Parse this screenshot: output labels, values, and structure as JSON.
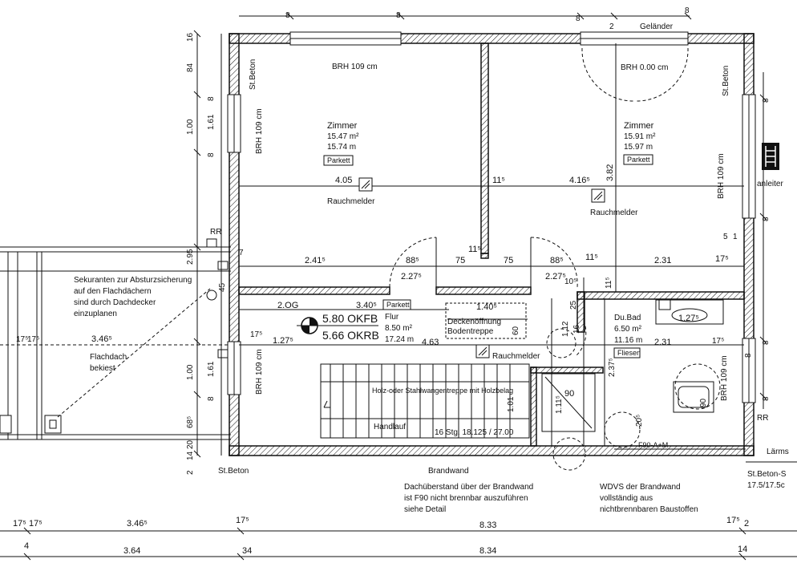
{
  "rooms": {
    "zimmer_left": {
      "name": "Zimmer",
      "area": "15.47 m²",
      "perimeter": "15.74 m",
      "floor": "Parkett",
      "detector": "Rauchmelder"
    },
    "zimmer_right": {
      "name": "Zimmer",
      "area": "15.91 m²",
      "perimeter": "15.97 m",
      "floor": "Parkett",
      "detector": "Rauchmelder"
    },
    "flur": {
      "name": "Flur",
      "area": "8.50 m²",
      "perimeter": "17.24 m",
      "floor": "Parkett",
      "detector": "Rauchmelder"
    },
    "bad": {
      "name": "Du.Bad",
      "area": "6.50 m²",
      "perimeter": "11.16 m",
      "floor": "Fliesen"
    }
  },
  "level": {
    "name": "2.OG",
    "okfb": "5.80 OKFB",
    "okrb": "5.66 OKRB"
  },
  "labels": {
    "brh_top": "BRH 109 cm",
    "brh_door": "BRH 0.00 cm",
    "brh_left_top": "BRH 109 cm",
    "brh_left_bottom": "BRH 109 cm",
    "brh_right_top": "BRH 109 cm",
    "brh_right_bottom": "BRH 109 cm",
    "gelaender": "Geländer",
    "st_beton_left": "St.Beton",
    "st_beton_right": "St.Beton",
    "st_beton_bottom": "St.Beton",
    "st_beton_bottom_right": "St.Beton-S",
    "rr_left": "RR",
    "rr_right": "RR",
    "sekuranten": [
      "Sekuranten zur Absturzsicherung",
      "auf den Flachdächern",
      "sind durch Dachdecker",
      "einzuplanen"
    ],
    "flachdach": [
      "Flachdach",
      "bekiest"
    ],
    "deckenoeffnung": [
      "Deckenöffnung",
      "Bodentreppe"
    ],
    "treppe": "Holz-oder Stahlwangentreppe mit Holzbelag",
    "handlauf": "Handlauf",
    "stufen": "16 Stg. 18.125 / 27.00",
    "brandwand": "Brandwand",
    "brandwand_note": [
      "Dachüberstand über der Brandwand",
      "ist F90 nicht brennbar auszuführen",
      "siehe Detail"
    ],
    "wdvs_note": [
      "WDVS der Brandwand",
      "vollständig aus",
      "nichtbrennbaren Baustoffen"
    ],
    "f90": "F90-A+M",
    "laerm": "Lärms",
    "anleiter": "anleiter",
    "wall_dim": "17.5/17.5c",
    "shower": "90",
    "tub": "90"
  },
  "dims": {
    "top": [
      "8",
      "8",
      "8",
      "2",
      "8"
    ],
    "left": [
      "16",
      "84",
      "8",
      "1.61",
      "1.00",
      "8",
      "2.95",
      "45",
      "1.61",
      "1.00",
      "8",
      "68⁵",
      "2",
      "14",
      "20"
    ],
    "right": [
      "8",
      "8",
      "8",
      "8",
      "8"
    ],
    "inner": {
      "w_left": "4.05",
      "w_mid": "11⁵",
      "w_right": "4.16⁵",
      "h_right": "3.82",
      "row_a": [
        "2.41⁵",
        "88⁵",
        "75",
        "11⁵",
        "75",
        "88⁵",
        "11⁵",
        "2.31",
        "17⁵"
      ],
      "row_b": [
        "2.27⁵",
        "2.27⁵",
        "10⁵",
        "11⁵"
      ],
      "flur_w": "3.40⁵",
      "flur_a": "1.27⁵",
      "flur_b": "4.63",
      "flur_c": "17⁵",
      "open_w": "1.40⁵",
      "open_h": "60",
      "bad_a": "2.31",
      "bad_b": "17⁵",
      "bad_c": "1.27⁵",
      "v_a": "1.12",
      "v_b": "16",
      "v_c": "25",
      "v_d": "1.01",
      "v_e": "2.37⁵",
      "v_f": "20⁵",
      "v_g": "7",
      "v_h": "1.11⁵",
      "v_i": "5",
      "v_j": "1",
      "ext_left_a": "3.46⁵",
      "ext_left_b": "17⁵",
      "ext_left_c": "17⁵"
    },
    "bottom_row1": [
      "17⁵",
      "17⁵",
      "3.46⁵",
      "17⁵",
      "8.33",
      "17⁵",
      "2"
    ],
    "bottom_row2": [
      "4",
      "3.64",
      "34",
      "8.34",
      "14"
    ]
  }
}
